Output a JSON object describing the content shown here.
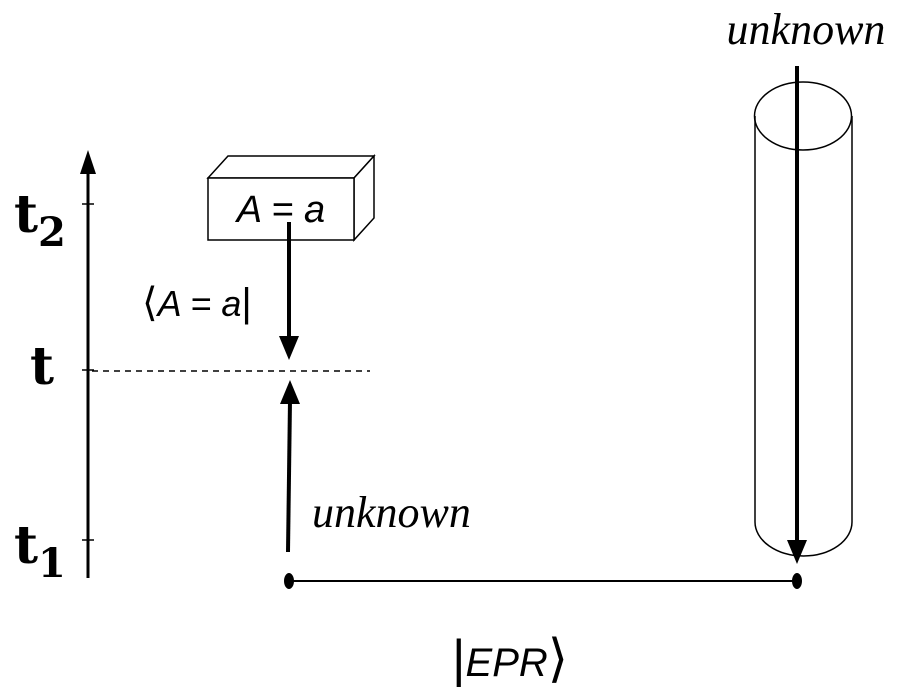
{
  "time_axis": {
    "t2_base": "t",
    "t2_sub": "2",
    "t_label": "t",
    "t1_base": "t",
    "t1_sub": "1"
  },
  "measurement_box": {
    "label": "A = a"
  },
  "bra_label": {
    "left": "⟨",
    "text": "A = a",
    "right": "|"
  },
  "unknown_left": "unknown",
  "unknown_right": "unknown",
  "epr_label": {
    "left": "|",
    "text": "EPR",
    "right": "⟩"
  }
}
